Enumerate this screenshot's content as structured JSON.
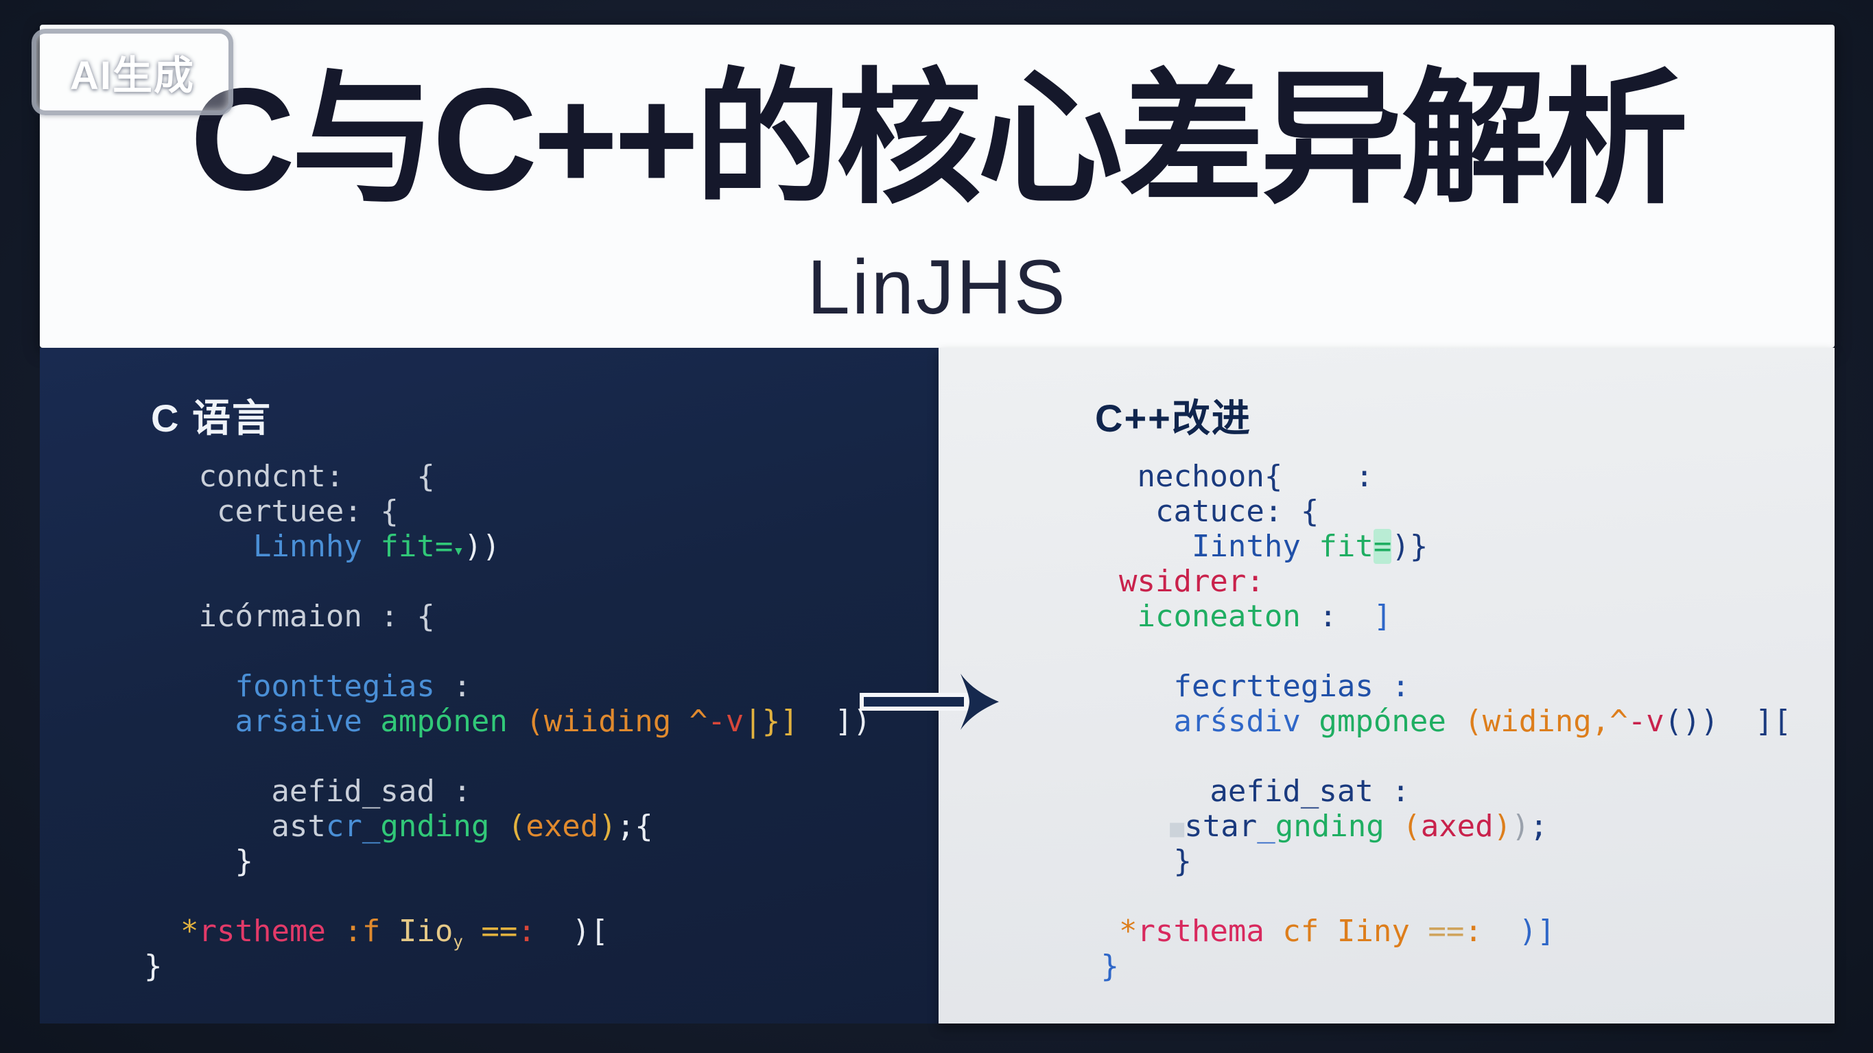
{
  "badge": {
    "label": "AI生成"
  },
  "header": {
    "title": "C与C++的核心差异解析",
    "subtitle": "LinJHS"
  },
  "left_panel": {
    "title": "C 语言",
    "code": [
      [
        [
          "   condcnt:    {",
          "gray"
        ]
      ],
      [
        [
          "    certuee: {",
          "gray"
        ]
      ],
      [
        [
          "      Linnhy ",
          "blue"
        ],
        [
          "fit=",
          "green"
        ],
        [
          "▾",
          "greensm"
        ],
        [
          "))",
          "white"
        ]
      ],
      [],
      [
        [
          "   icórmaion : {",
          "gray"
        ]
      ],
      [],
      [
        [
          "     foonttegias ",
          "blue"
        ],
        [
          ":",
          "gray"
        ]
      ],
      [
        [
          "     arṡaive ",
          "blue"
        ],
        [
          "ampónen ",
          "green"
        ],
        [
          "(wiiding ",
          "orange"
        ],
        [
          "^",
          "orange"
        ],
        [
          "-v",
          "red"
        ],
        [
          "|}]",
          "gold"
        ],
        [
          "  ])",
          "white"
        ]
      ],
      [],
      [
        [
          "       aefid_sad :",
          "gray"
        ]
      ],
      [
        [
          "       ast",
          "gray"
        ],
        [
          "cr_",
          "blue"
        ],
        [
          "gnding ",
          "green"
        ],
        [
          "(",
          "gold"
        ],
        [
          "exed",
          "orange"
        ],
        [
          ")",
          "gold"
        ],
        [
          ";{",
          "white"
        ]
      ],
      [
        [
          "     }",
          "white"
        ]
      ],
      [],
      [
        [
          "  *",
          "gold"
        ],
        [
          "rstheme ",
          "pink"
        ],
        [
          ":f ",
          "orange"
        ],
        [
          "Iio",
          "cream"
        ],
        [
          "y",
          "creamsub"
        ],
        [
          " ==",
          "gold"
        ],
        [
          ":",
          "red"
        ],
        [
          "  )[",
          "white"
        ]
      ],
      [
        [
          "}",
          "white"
        ]
      ]
    ]
  },
  "right_panel": {
    "title": "C++改进",
    "code": [
      [
        [
          "   nechoon{    :",
          "navy"
        ]
      ],
      [
        [
          "    catuce: {",
          "navy"
        ]
      ],
      [
        [
          "      Iinthy ",
          "navyblue"
        ],
        [
          "fit",
          "green2"
        ],
        [
          "=",
          "greenhl"
        ],
        [
          ")}",
          "navy"
        ]
      ],
      [
        [
          "  wsidrer:",
          "red2"
        ]
      ],
      [
        [
          "   iconeaton ",
          "green2"
        ],
        [
          ":",
          "navy"
        ],
        [
          "  ]",
          "blue2"
        ]
      ],
      [],
      [
        [
          "     fecrttegias :",
          "navyblue"
        ]
      ],
      [
        [
          "     arśsdiv ",
          "blue2"
        ],
        [
          "gmpónee ",
          "green2"
        ],
        [
          "(widing,",
          "orange2"
        ],
        [
          "^",
          "orange2"
        ],
        [
          "-v",
          "red2"
        ],
        [
          "())",
          "navy"
        ],
        [
          "  ][",
          "navy"
        ]
      ],
      [],
      [
        [
          "       aefid_sat :",
          "navy"
        ]
      ],
      [
        [
          "      ■",
          "ghost"
        ],
        [
          "star",
          "navy"
        ],
        [
          "_",
          "blue2"
        ],
        [
          "gnding ",
          "green2"
        ],
        [
          "(",
          "orange2"
        ],
        [
          "axed",
          "red2"
        ],
        [
          ")",
          "orange2"
        ],
        [
          ")",
          "gray2"
        ],
        [
          ";",
          "navy"
        ]
      ],
      [
        [
          "     }",
          "navy"
        ]
      ],
      [],
      [
        [
          "  *",
          "orange2"
        ],
        [
          "rsthema ",
          "pink2"
        ],
        [
          "cf ",
          "orange2"
        ],
        [
          "Iiny ",
          "orange2"
        ],
        [
          "==",
          "tan2"
        ],
        [
          ":",
          "orange2"
        ],
        [
          "  )]",
          "blue2"
        ]
      ],
      [
        [
          " }",
          "blue2"
        ]
      ]
    ]
  },
  "palette": {
    "gray": "#c9cfd9",
    "white": "#e9edf3",
    "blue": "#4a8fd6",
    "green": "#31c878",
    "orange": "#e08a2e",
    "red": "#d8473a",
    "gold": "#e2b23f",
    "cream": "#e4c887",
    "pink": "#e23a68",
    "navy": "#1a3a7e",
    "navyblue": "#2050a8",
    "blue2": "#2f67c8",
    "green2": "#1fae62",
    "red2": "#c9224c",
    "orange2": "#dd7e1c",
    "tan2": "#cfa45c",
    "pink2": "#d8295e",
    "gray2": "#9aa1ac",
    "ghost": "#ccd3da",
    "mint": "#b9ecd4",
    "arrow_fill": "#16294e",
    "arrow_outline": "#f4f6f9",
    "left_panel_bg": "#152442",
    "right_panel_bg": "#e8eaed",
    "header_bg": "#fbfcfd",
    "title_color": "#15182b"
  }
}
